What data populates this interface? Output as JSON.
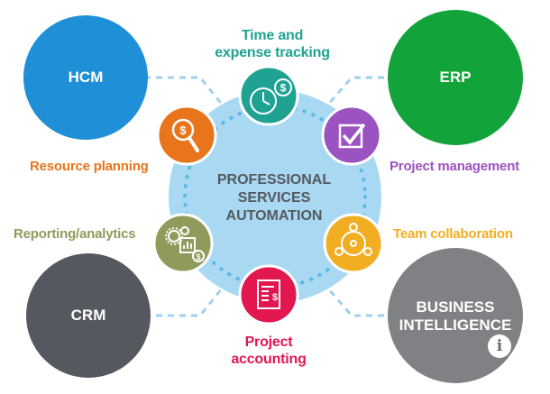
{
  "center": {
    "lines": [
      "PROFESSIONAL",
      "SERVICES",
      "AUTOMATION"
    ]
  },
  "corners": {
    "hcm": {
      "label": "HCM",
      "color": "#1f8fd8"
    },
    "erp": {
      "label": "ERP",
      "color": "#12a33a"
    },
    "crm": {
      "label": "CRM",
      "color": "#55595f"
    },
    "bi": {
      "lines": [
        "BUSINESS",
        "INTELLIGENCE"
      ],
      "color": "#808184"
    }
  },
  "modules": {
    "time_tracking": {
      "lines": [
        "Time and",
        "expense tracking"
      ],
      "color": "#1fa292",
      "icon": "stopwatch-dollar-icon"
    },
    "resource_planning": {
      "label": "Resource planning",
      "color": "#e8741c",
      "icon": "magnifier-dollar-icon"
    },
    "project_management": {
      "label": "Project management",
      "color": "#9a53c0",
      "icon": "checkbox-icon"
    },
    "reporting": {
      "label": "Reporting/analytics",
      "color": "#8f9b5a",
      "icon": "gears-report-icon"
    },
    "team_collaboration": {
      "label": "Team collaboration",
      "color": "#f2ae22",
      "icon": "team-circle-icon"
    },
    "project_accounting": {
      "lines": [
        "Project",
        "accounting"
      ],
      "color": "#e2174f",
      "icon": "invoice-scroll-icon"
    }
  },
  "hub_color": "#a9d9f2",
  "connector_color": "#9fd0ee",
  "info_icon": "info-icon",
  "info_glyph": "i"
}
